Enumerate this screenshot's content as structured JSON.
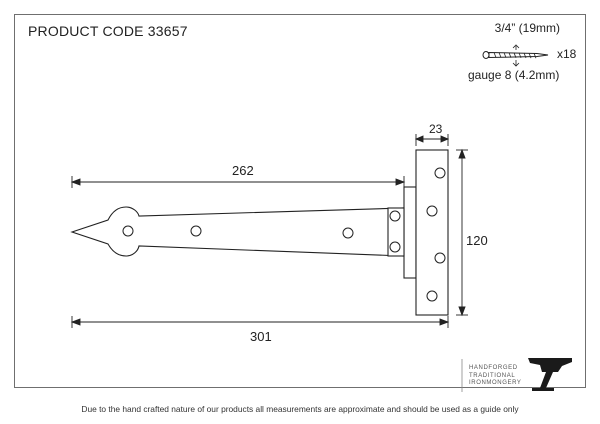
{
  "header": {
    "product_code": "PRODUCT CODE 33657"
  },
  "screws": {
    "size": "3/4” (19mm)",
    "quantity": "x18",
    "gauge": "gauge 8 (4.2mm)"
  },
  "dimensions": {
    "strap_length": "262",
    "overall_length": "301",
    "plate_width": "23",
    "plate_height": "120"
  },
  "logo": {
    "lines": [
      "HANDFORGED",
      "TRADITIONAL",
      "IRONMONGERY"
    ]
  },
  "footer": {
    "disclaimer": "Due to the hand crafted nature of our products all measurements are approximate and should be used as a guide only"
  },
  "colors": {
    "line": "#222222",
    "frame": "#6f6f6f"
  }
}
